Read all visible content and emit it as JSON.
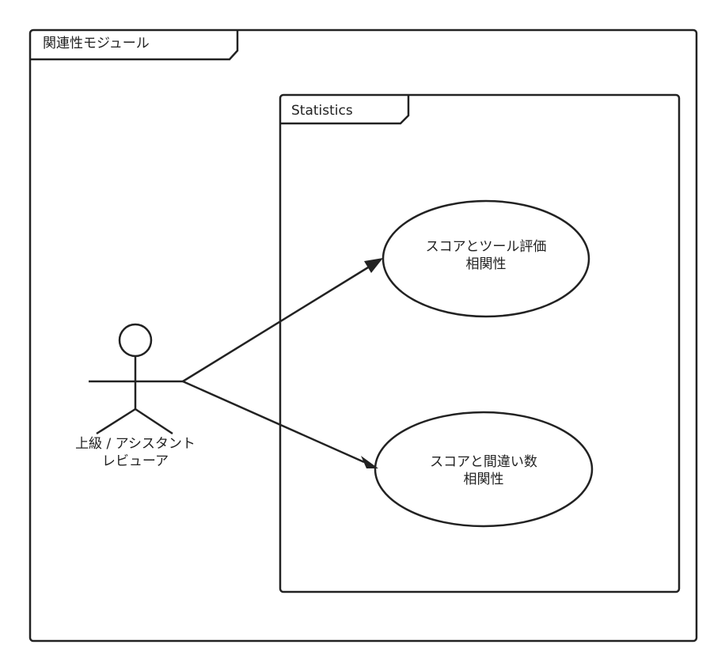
{
  "outer_frame": {
    "title": "関連性モジュール"
  },
  "inner_frame": {
    "title": "Statistics"
  },
  "actor": {
    "line1": "上級 / アシスタント",
    "line2": "レビューア"
  },
  "use_cases": [
    {
      "line1": "スコアとツール評価",
      "line2": "相関性"
    },
    {
      "line1": "スコアと間違い数",
      "line2": "相関性"
    }
  ],
  "colors": {
    "stroke": "#222222",
    "background": "#ffffff",
    "text": "#222222"
  }
}
